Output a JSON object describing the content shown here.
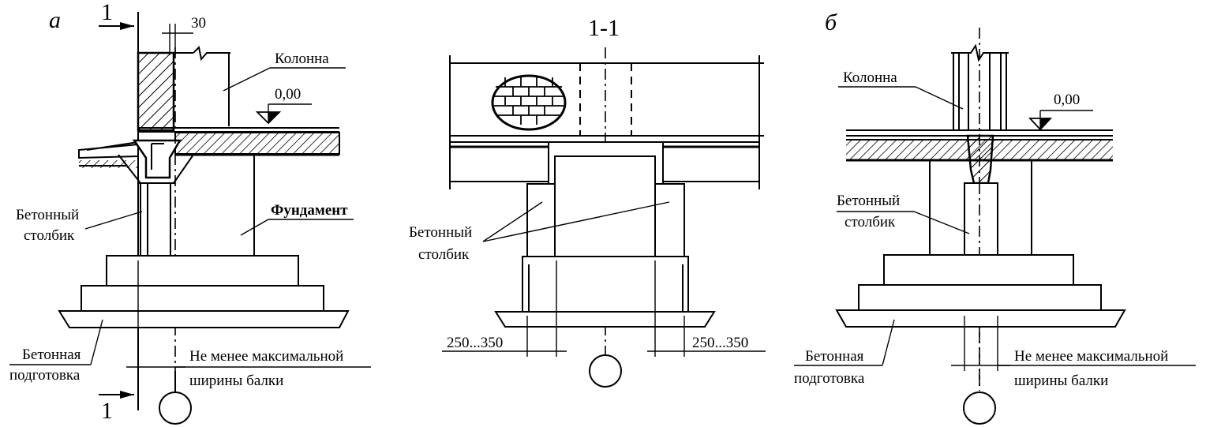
{
  "labels": {
    "a": "а",
    "b": "б",
    "section_mark": "1",
    "section_title": "1-1",
    "kolonna": "Колонна",
    "elevation": "0,00",
    "dim30": "30",
    "betonny": "Бетонный",
    "stolbik": "столбик",
    "fundament": "Фундамент",
    "betonnaya": "Бетонная",
    "podgotovka": "подготовка",
    "ne_menee": "Не менее максимальной",
    "shiriny": "ширины балки",
    "dim250": "250...350"
  }
}
